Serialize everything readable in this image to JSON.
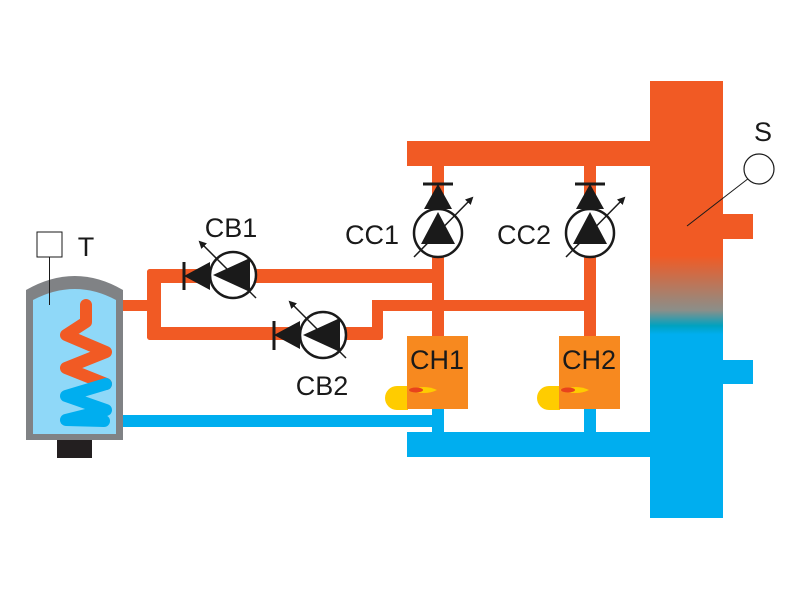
{
  "labels": {
    "tank": "T",
    "separator": "S",
    "pump_cb1": "CB1",
    "pump_cb2": "CB2",
    "pump_cc1": "CC1",
    "pump_cc2": "CC2",
    "boiler_ch1": "CH1",
    "boiler_ch2": "CH2"
  },
  "colors": {
    "hot": "#f15a24",
    "cold": "#00aeef",
    "boiler": "#f7891f",
    "burner": "#ffcc00",
    "tank_water": "#8fd8f8",
    "tank_shell": "#808285",
    "symbol": "#1a1a1a"
  }
}
